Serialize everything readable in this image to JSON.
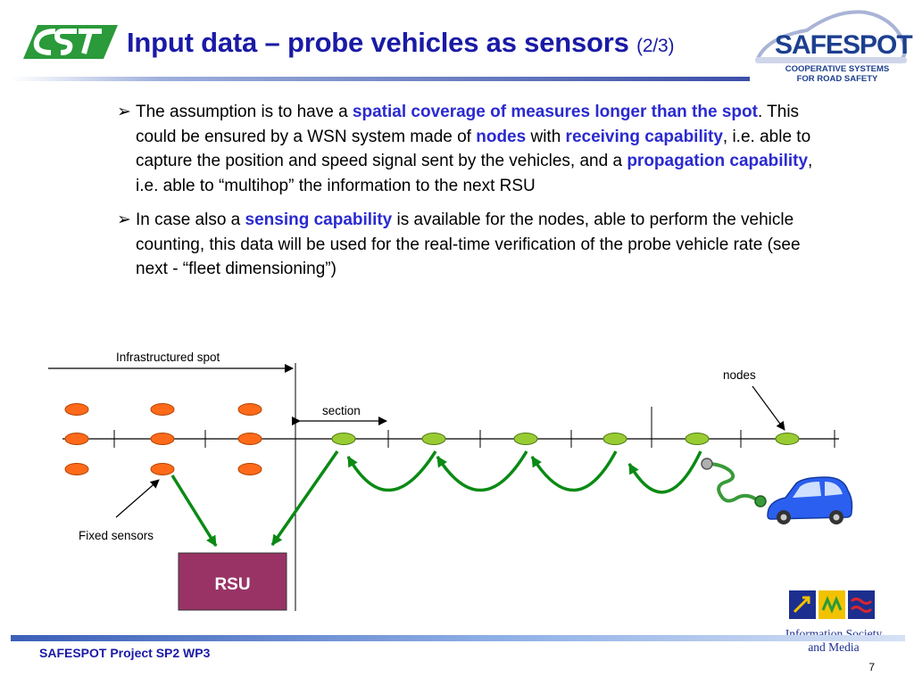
{
  "title": {
    "main": "Input data – probe vehicles as sensors ",
    "suffix": "(2/3)"
  },
  "logos": {
    "left": {
      "icon": "cstt-logo"
    },
    "safespot": {
      "name": "SAFESPOT",
      "line1": "COOPERATIVE SYSTEMS",
      "line2": "FOR ROAD SAFETY",
      "icon": "car-outline-icon"
    },
    "ism": {
      "line1": "Information Society",
      "line2": "and Media",
      "icon": "ism-squares-icon"
    }
  },
  "bullet_marker": "➢",
  "bullets": [
    {
      "p1": "The assumption is to have a ",
      "h1": "spatial coverage of measures longer than the spot",
      "p2": ". This could be ensured by a WSN system made of ",
      "h2": "nodes",
      "p3": " with ",
      "h3": "receiving capability",
      "p4": ", i.e. able to capture the position and speed signal sent by the vehicles, and a ",
      "h4": "propagation capability",
      "p5": ", i.e. able to “multihop” the information to the next RSU"
    },
    {
      "p1": "In case also  a ",
      "h1": "sensing capability",
      "p2": " is available for the nodes, able to perform the vehicle counting, this data will be used for the real-time verification of the probe vehicle rate (see next - “fleet dimensioning”)"
    }
  ],
  "diagram": {
    "infrastructured_spot": "Infrastructured spot",
    "section": "section",
    "nodes": "nodes",
    "fixed_sensors": "Fixed sensors",
    "rsu": "RSU",
    "colors": {
      "fixed_sensor": "#ff6a1a",
      "node": "#99cc33",
      "arrow": "#0a8a14",
      "rsu": "#993366",
      "car": "#2b5ff0"
    }
  },
  "footer": {
    "text": "SAFESPOT Project  SP2  WP3",
    "page": "7"
  }
}
